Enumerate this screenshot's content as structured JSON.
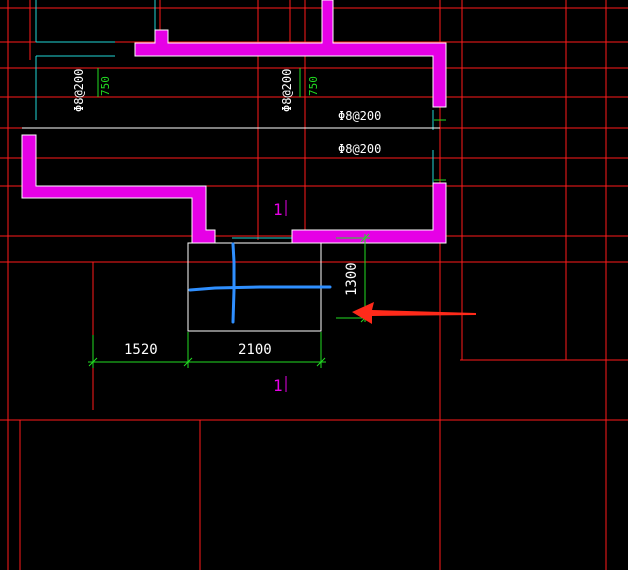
{
  "colors": {
    "background": "#000000",
    "grid": "#ff1a1a",
    "wall": "#e600e6",
    "wall_outline": "#ffffff",
    "dimension": "#22dd22",
    "cyan": "#1fd6d6",
    "blue_mark": "#2f8fff",
    "arrow": "#ff2a1a",
    "text": "#ffffff"
  },
  "labels": {
    "rebar_left": "Φ8@200",
    "rebar_mid": "Φ8@200",
    "rebar_right_top": "Φ8@200",
    "rebar_right_bottom": "Φ8@200",
    "depth_left": "750",
    "depth_mid": "750",
    "section_mark_top": "1",
    "section_mark_bottom": "1",
    "dim_left_span": "1520",
    "dim_opening_width": "2100",
    "dim_opening_height": "1300"
  },
  "icons": {
    "arrow": "red-pointer-arrow-icon"
  }
}
